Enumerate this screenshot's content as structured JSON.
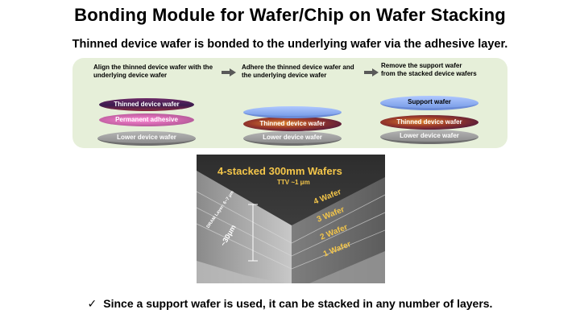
{
  "title": "Bonding Module for Wafer/Chip on Wafer Stacking",
  "subtitle": "Thinned device wafer is bonded to the underlying wafer via the adhesive layer.",
  "steps": [
    {
      "caption": "Align the thinned device wafer with the underlying device wafer"
    },
    {
      "caption": "Adhere the thinned device wafer and the underlying device wafer"
    },
    {
      "caption": "Remove the support wafer from the stacked device wafers"
    }
  ],
  "wafers": {
    "thinned": "Thinned device wafer",
    "adhesive": "Permanent adhesive",
    "lower": "Lower device wafer",
    "support": "Support wafer"
  },
  "photo": {
    "title": "4-stacked 300mm Wafers",
    "ttv": "TTV ~1 μm",
    "layers": [
      "4 Wafer",
      "3 Wafer",
      "2 Wafer",
      "1 Wafer"
    ],
    "thickness": "~30μm",
    "dram_label": "DRAM Layer: 6~7 μm"
  },
  "note": "Since a support wafer is used, it can be stacked in any number of layers.",
  "icons": {
    "arrow": "right-arrow-icon",
    "check": "checkmark-icon"
  },
  "colors": {
    "panel": "#e6efd9",
    "support": "#8fb0f2",
    "lower": "#9e9e9e",
    "adhesive": "#d36ab0",
    "label_gold": "#f4c64a"
  }
}
